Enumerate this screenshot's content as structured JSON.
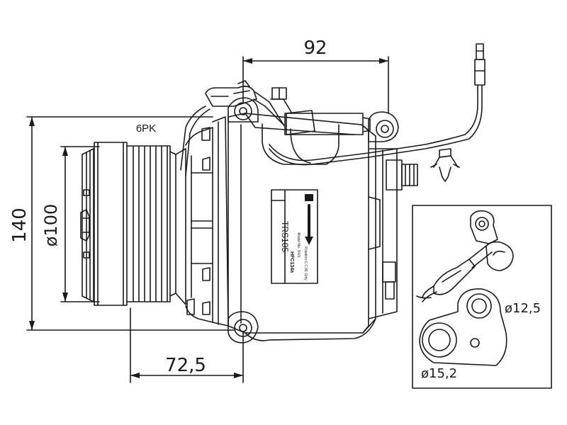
{
  "dimensions": {
    "width_top": "92",
    "height_left": "140",
    "pulley_diameter": "ø100",
    "offset_bottom": "72,5",
    "belt": "6PK",
    "port_small": "ø12,5",
    "port_large": "ø15,2"
  },
  "label_plate": {
    "model": "TRS105",
    "line1": "HFC134a",
    "line2": "Model No. 3421",
    "line3": "Rotation C.C.W. Only"
  },
  "colors": {
    "line": "#1a1a1a",
    "background": "#ffffff"
  }
}
